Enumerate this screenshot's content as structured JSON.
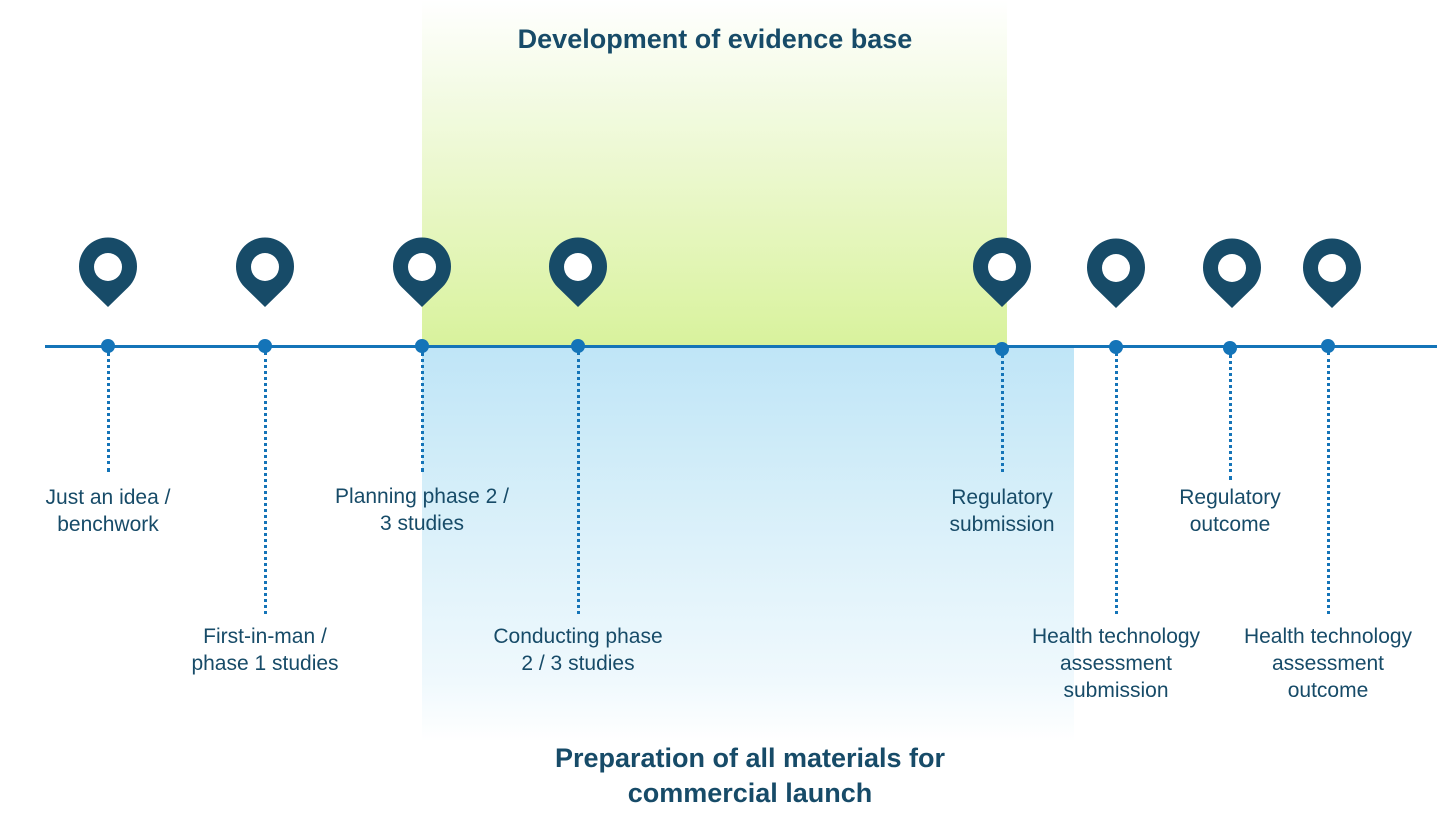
{
  "headings": {
    "top": "Development of evidence base",
    "bottom": "Preparation of all materials for\ncommercial launch"
  },
  "colors": {
    "dark_navy": "#174b68",
    "timeline_blue": "#1474b8",
    "band_green": "#d8f29c",
    "band_blue": "#bfe5f7"
  },
  "icons": {
    "milestone": "location-pin-icon"
  },
  "milestones": [
    {
      "label": "Just an idea /\nbenchwork"
    },
    {
      "label": "First-in-man /\nphase 1 studies"
    },
    {
      "label": "Planning phase 2 /\n3 studies"
    },
    {
      "label": "Conducting phase\n2 / 3 studies"
    },
    {
      "label": "Regulatory\nsubmission"
    },
    {
      "label": "Health technology\nassessment\nsubmission"
    },
    {
      "label": "Regulatory\noutcome"
    },
    {
      "label": "Health technology\nassessment\noutcome"
    }
  ]
}
